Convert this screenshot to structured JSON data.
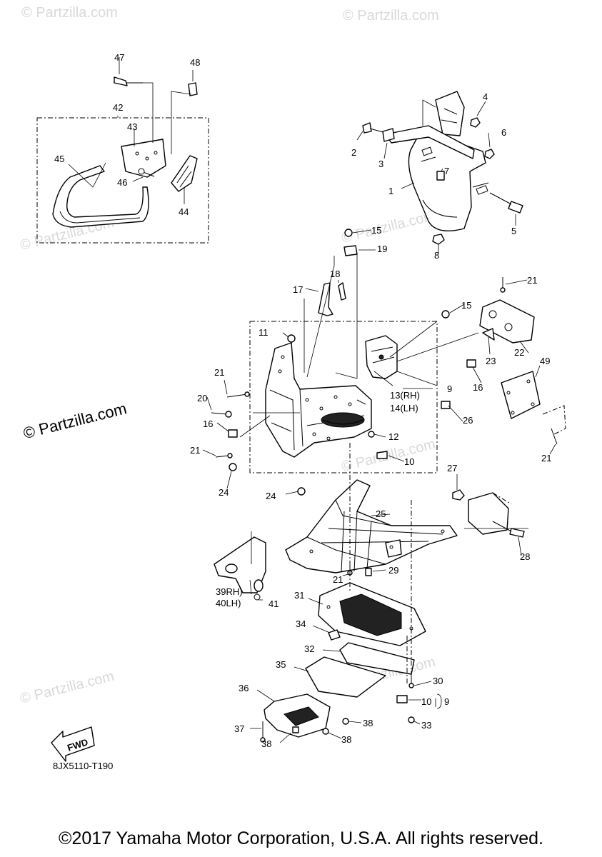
{
  "diagram": {
    "watermark_text": "© Partzilla.com",
    "side_watermark": "© Partzilla.com",
    "figure_code": "8JX5110-T190",
    "fwd_label": "FWD",
    "copyright": "©2017 Yamaha Motor Corporation, U.S.A. All rights reserved."
  },
  "callouts": {
    "c1": "1",
    "c2": "2",
    "c3": "3",
    "c4": "4",
    "c5": "5",
    "c6": "6",
    "c7": "7",
    "c8": "8",
    "c9a": "9",
    "c9b": "9",
    "c10a": "10",
    "c10b": "10",
    "c11": "11",
    "c12": "12",
    "c13": "13(RH)",
    "c14": "14(LH)",
    "c15a": "15",
    "c15b": "15",
    "c16a": "16",
    "c16b": "16",
    "c17": "17",
    "c18": "18",
    "c19": "19",
    "c20": "20",
    "c21a": "21",
    "c21b": "21",
    "c21c": "21",
    "c21d": "21",
    "c21e": "21",
    "c22": "22",
    "c23": "23",
    "c24a": "24",
    "c24b": "24",
    "c25": "25",
    "c26": "26",
    "c27": "27",
    "c28": "28",
    "c29": "29",
    "c30": "30",
    "c31": "31",
    "c32": "32",
    "c33": "33",
    "c34": "34",
    "c35": "35",
    "c36": "36",
    "c37": "37",
    "c38a": "38",
    "c38b": "38",
    "c38c": "38",
    "c39": "39RH)",
    "c40": "40LH)",
    "c41": "41",
    "c42": "42",
    "c43": "43",
    "c44": "44",
    "c45": "45",
    "c46": "46",
    "c47": "47",
    "c48": "48",
    "c49": "49"
  }
}
